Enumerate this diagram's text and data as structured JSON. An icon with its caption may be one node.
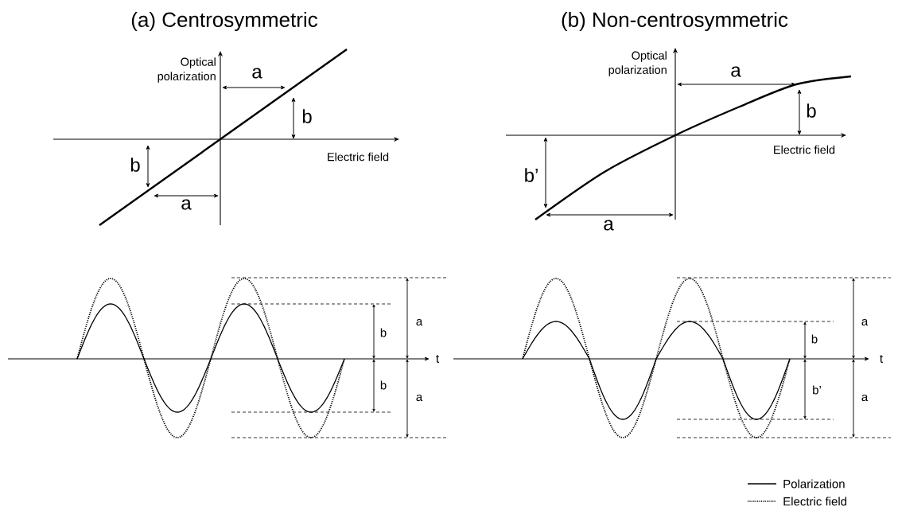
{
  "diagram": {
    "labels": [
      "(a) Centrosymmetric",
      "(b) Non-centrosymmetric",
      "Optical polarization",
      "a",
      "b",
      "Electric field",
      "b",
      "a",
      "Optical polarization",
      "a",
      "b",
      "Electric field",
      "b’",
      "a",
      "a",
      "b",
      "t",
      "b",
      "a",
      "a",
      "b",
      "t",
      "b’",
      "a"
    ],
    "legend": [
      {
        "text": "Polarization"
      },
      {
        "text": "Electric field"
      }
    ]
  }
}
